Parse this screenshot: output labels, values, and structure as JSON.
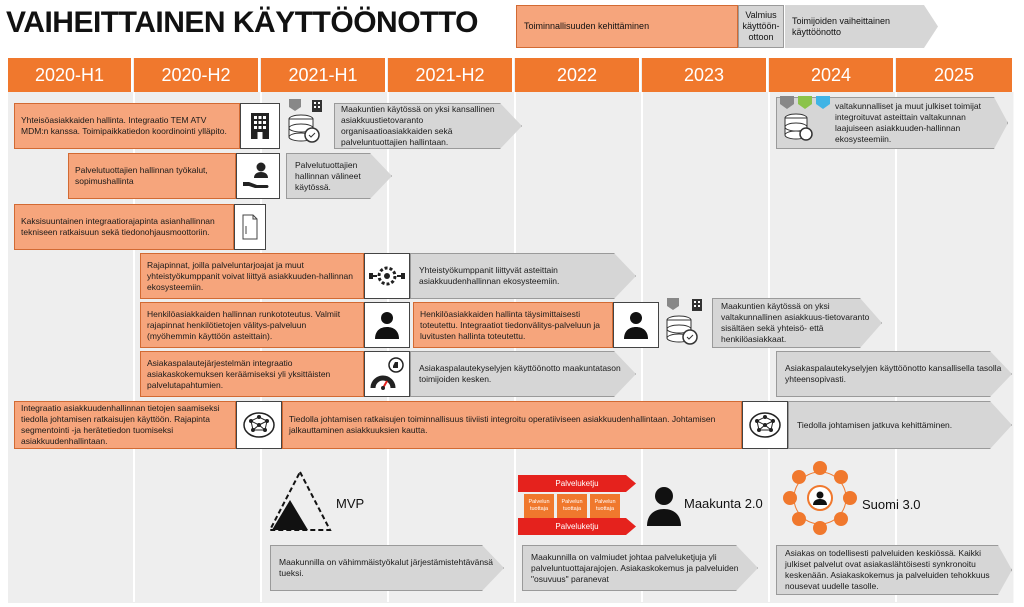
{
  "title": "VAIHEITTAINEN KÄYTTÖÖNOTTO",
  "legend": {
    "item1": "Toiminnallisuuden kehittäminen",
    "item2": "Valmius käyttöön-ottoon",
    "item3": "Toimijoiden vaiheittainen käyttöönotto"
  },
  "columns": [
    "2020-H1",
    "2020-H2",
    "2021-H1",
    "2021-H2",
    "2022",
    "2023",
    "2024",
    "2025"
  ],
  "rows": {
    "r1_orange": "Yhteisöasiakkaiden hallinta. Integraatio TEM ATV MDM:n kanssa. Toimipaikkatiedon koordinointi ylläpito.",
    "r1_grey": "Maakuntien käytössä on yksi kansallinen asiakkuustietovaranto organisaatioasiakkaiden sekä palveluntuottajien hallintaan.",
    "r1_2024": "valtakunnalliset ja muut julkiset toimijat integroituvat asteittain valtakunnan laajuiseen asiakkuuden-hallinnan ekosysteemiin.",
    "r2_orange": "Palvelutuottajien hallinnan työkalut, sopimushallinta",
    "r2_grey": "Palvelutuottajien hallinnan välineet käytössä.",
    "r3_orange": "Kaksisuuntainen integraatiorajapinta asianhallinnan tekniseen ratkaisuun sekä tiedonohjausmoottoriin.",
    "r4_orange": "Rajapinnat, joilla palveluntarjoajat ja muut yhteistyökumppanit voivat liittyä asiakkuuden-hallinnan ekosysteemiin.",
    "r4_grey": "Yhteistyökumppanit liittyvät asteittain asiakkuudenhallinnan ekosysteemiin.",
    "r5_orange": "Henkilöasiakkaiden hallinnan runkototeutus. Valmiit rajapinnat henkilötietojen välitys-palveluun (myöhemmin käyttöön asteittain).",
    "r5_orange2": "Henkilöasiakkaiden hallinta täysimittaisesti toteutettu. Integraatiot tiedonvälitys-palveluun ja luvitusten hallinta toteutettu.",
    "r5_grey": "Maakuntien käytössä on yksi valtakunnallinen asiakkuus-tietovaranto sisältäen sekä yhteisö- että henkilöasiakkaat.",
    "r6_orange": "Asiakaspalautejärjestelmän integraatio asiakaskokemuksen keräämiseksi yli yksittäisten palvelutapahtumien.",
    "r6_grey": "Asiakaspalautekyselyjen käyttöönotto maakuntatason toimijoiden kesken.",
    "r6_grey2": "Asiakaspalautekyselyjen käyttöönotto kansallisella tasolla yhteensopivasti.",
    "r7_orange": "Integraatio asiakkuudenhallinnan tietojen saamiseksi tiedolla johtamisen ratkaisujen käyttöön. Rajapinta segmentointi -ja herätetiedon tuomiseksi asiakkuudenhallintaan.",
    "r7_orange2": "Tiedolla johtamisen ratkaisujen toiminnallisuus tiiviisti integroitu operatiiviseen asiakkuudenhallintaan. Johtamisen jalkauttaminen asiakkuuksien kautta.",
    "r7_grey": "Tiedolla johtamisen jatkuva kehittäminen."
  },
  "milestones": {
    "mvp_label": "MVP",
    "mvp_text": "Maakunnilla on vähimmäistyökalut järjestämistehtävänsä tueksi.",
    "maakunta_label": "Maakunta 2.0",
    "maakunta_text": "Maakunnilla on valmiudet johtaa palveluketjuja yli palveluntuottajarajojen. Asiakaskokemus ja palveluiden \"osuvuus\" paranevat",
    "suomi_label": "Suomi 3.0",
    "suomi_text": "Asiakas on todellisesti palveluiden keskiössä. Kaikki julkiset palvelut ovat asiakaslähtöisesti synkronoitu keskenään. Asiakaskokemus ja palveluiden tehokkuus nousevat uudelle tasolle.",
    "palveluketju": "Palveluketju",
    "tuottaja": "Palvelun tuottaja"
  },
  "colors": {
    "accent": "#f0782d",
    "box_orange": "#f6a57c",
    "box_grey": "#d6d6d6",
    "red": "#e5221d"
  },
  "icons": [
    "building-icon",
    "database-icon",
    "hand-person-icon",
    "document-icon",
    "gear-network-icon",
    "person-icon",
    "feedback-icon",
    "brain-network-icon",
    "pyramid-icon",
    "coat-of-arms-icon"
  ]
}
